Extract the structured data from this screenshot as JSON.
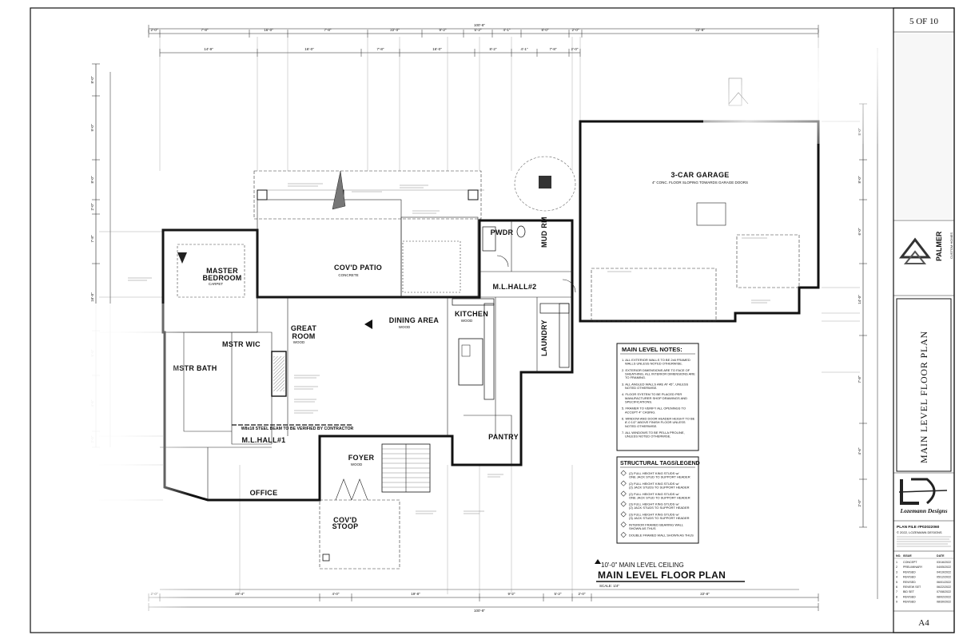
{
  "sheet": {
    "page_number": "5 OF 10",
    "sheet_id": "A4",
    "sheet_title": "MAIN LEVEL FLOOR PLAN"
  },
  "plan": {
    "title": "MAIN LEVEL FLOOR PLAN",
    "ceiling_note": "10'-0\" MAIN LEVEL CEILING",
    "scale": "SCALE: 1/4\"",
    "overall_width": "100'-8\""
  },
  "rooms": {
    "garage": "3-CAR GARAGE",
    "garage_note": "4\" CONC. FLOOR SLOPING TOWARDS GARAGE DOORS",
    "covd_patio": "COV'D PATIO",
    "covd_patio_sub": "CONCRETE",
    "master_bedroom": "MASTER BEDROOM",
    "master_bedroom_sub": "CARPET",
    "great_room": "GREAT ROOM",
    "great_room_sub": "WOOD",
    "dining_area": "DINING AREA",
    "dining_area_sub": "WOOD",
    "kitchen": "KITCHEN",
    "kitchen_sub": "WOOD",
    "laundry": "LAUNDRY",
    "pwdr": "PWDR",
    "mud_rm": "MUD RM",
    "m_hall_2": "M.L.HALL#2",
    "mstr_bath": "MSTR BATH",
    "mstr_wic": "MSTR WIC",
    "m_hall_1": "M.L.HALL#1",
    "foyer": "FOYER",
    "foyer_sub": "WOOD",
    "pantry": "PANTRY",
    "office": "OFFICE",
    "covd_stoop": "COV'D STOOP"
  },
  "notes": {
    "main_level_title": "MAIN LEVEL NOTES:",
    "main_level_items": [
      "1. ALL EXTERIOR WALLS TO BE 2x6 FRAMED WALLS UNLESS NOTED OTHERWISE.",
      "2. EXTERIOR DIMENSIONS ARE TO FACE OF SHEATHING, ALL INTERIOR DIMENSIONS ARE TO FRAMING.",
      "3. ALL ANGLED WALLS ARE AT 45°, UNLESS NOTED OTHERWISE.",
      "4. FLOOR SYSTEM TO BE PLACED PER MANUFACTURER SHOP DRAWINGS AND SPECIFICATIONS.",
      "5. FRAMER TO VERIFY ALL OPENINGS TO ACCEPT 4\" CASING.",
      "6. WINDOW AND DOOR HEADER HEIGHT TO BE 8'-0 1/2\" ABOVE FINISH FLOOR UNLESS NOTED OTHERWISE.",
      "7. ALL WINDOWS TO BE PELLA PROLINE, UNLESS NOTED OTHERWISE."
    ],
    "structural_title": "STRUCTURAL TAGS/LEGEND",
    "structural_items": [
      "(2) FULL HEIGHT KING STUDS w/ ONE JACK STUD TO SUPPORT HEADER",
      "(2) FULL HEIGHT KING STUDS w/ (2) JACK STUDS TO SUPPORT HEADER",
      "(2) FULL HEIGHT KING STUDS w/ ONE JACK STUD TO SUPPORT HEADER",
      "(3) FULL HEIGHT KING STUDS w/ (2) JACK STUDS TO SUPPORT HEADER",
      "(3) FULL HEIGHT KING STUDS w/ (3) JACK STUDS TO SUPPORT HEADER",
      "INTERIOR FRAMED BEARING WALL SHOWN AS THUS",
      "DOUBLE FRAMED WALL SHOWN AS THUS"
    ],
    "steel_beam": "W8x18 STEEL BEAM TO BE VERIFIED BY CONTRACTOR"
  },
  "title_block": {
    "client_logo_text": "PALMER",
    "client_logo_sub": "CUSTOM HOMES",
    "designer_name": "Lozemann Designs",
    "plan_file": "PLAN FILE #P02022060",
    "copyright": "© 2022, LOZEMANN DESIGNS",
    "revision_headers": [
      "NO.",
      "ISSUE",
      "DATE"
    ],
    "revisions": [
      [
        "1",
        "CONCEPT",
        "03/16/2022"
      ],
      [
        "2",
        "PRELIMINARY",
        "04/05/2022"
      ],
      [
        "3",
        "REVISED",
        "04/19/2022"
      ],
      [
        "4",
        "REVISED",
        "05/12/2022"
      ],
      [
        "5",
        "REVISED",
        "06/01/2022"
      ],
      [
        "6",
        "REVIEW SET",
        "06/22/2022"
      ],
      [
        "7",
        "BID SET",
        "07/08/2022"
      ],
      [
        "8",
        "REVISED",
        "08/02/2022"
      ],
      [
        "9",
        "REVISED",
        "08/30/2022"
      ]
    ]
  },
  "dims": {
    "top": [
      "2'-0\"",
      "7'-8\"",
      "16'-0\"",
      "7'-8\"",
      "22'-0\"",
      "9'-2\"",
      "5'-2\"",
      "4'-1\"",
      "8'-0\"",
      "2'-0\"",
      "22'-8\""
    ],
    "top_row2": [
      "14'-9\"",
      "16'-0\"",
      "7'-8\"",
      "16'-0\"",
      "8'-2\"",
      "4'-1\"",
      "7'-8\"",
      "2'-0\""
    ],
    "bottom": [
      "2'-0\"",
      "20'-4\"",
      "4'-0\"",
      "19'-8\"",
      "9'-2\"",
      "5'-2\"",
      "2'-0\"",
      "22'-8\""
    ],
    "bottom_total": "100'-8\"",
    "left": [
      "8'-0\"",
      "9'-0\"",
      "8'-0\"",
      "2'-0\"",
      "7'-8\"",
      "16'-0\"",
      "5'-0\"",
      "4'-6\"",
      "2'-0\""
    ],
    "right": [
      "5'-0\"",
      "8'-0\"",
      "6'-0\"",
      "14'-0\"",
      "7'-8\"",
      "4'-6\"",
      "2'-0\""
    ]
  }
}
